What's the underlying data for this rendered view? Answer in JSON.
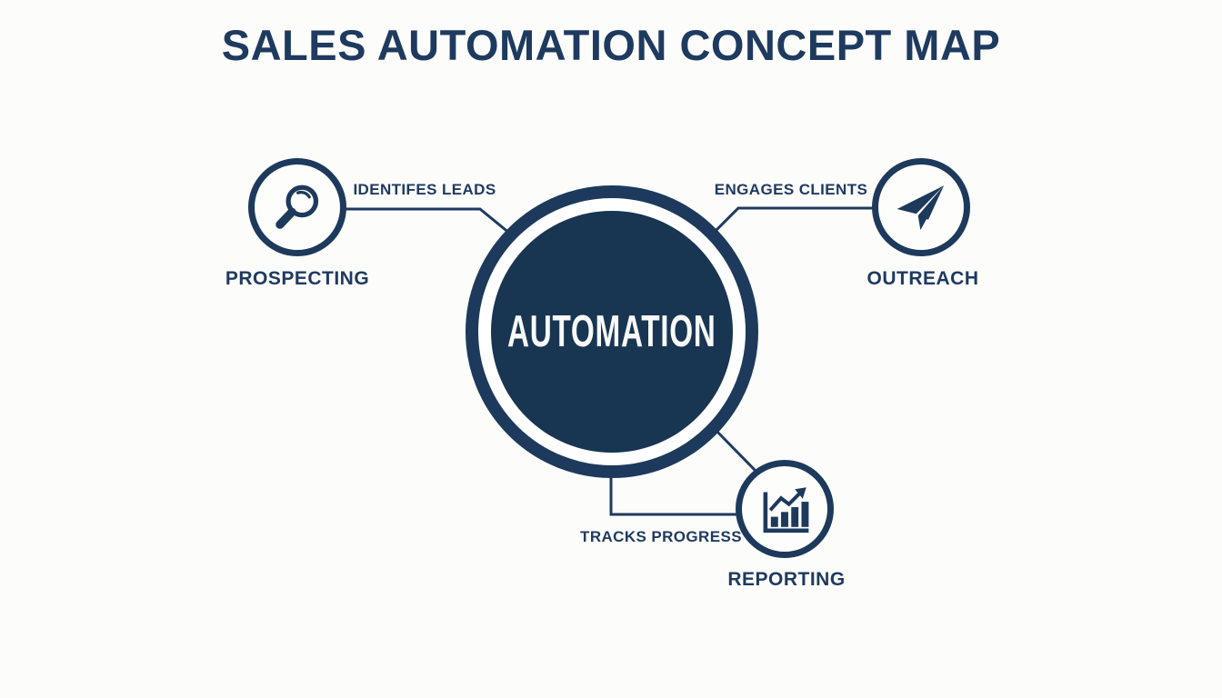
{
  "title": "SALES AUTOMATION CONCEPT MAP",
  "center": {
    "label": "AUTOMATION"
  },
  "nodes": [
    {
      "id": "prospecting",
      "label": "PROSPECTING",
      "icon": "magnifier-icon",
      "edge_label": "IDENTIFES LEADS"
    },
    {
      "id": "outreach",
      "label": "OUTREACH",
      "icon": "paper-plane-icon",
      "edge_label": "ENGAGES CLIENTS"
    },
    {
      "id": "reporting",
      "label": "REPORTING",
      "icon": "bar-chart-icon",
      "edge_label": "TRACKS PROGRESS"
    }
  ],
  "colors": {
    "navy": "#1e3a5f",
    "center_fill": "#183552",
    "background": "#fcfcfb",
    "center_text": "#f8f9f8"
  }
}
